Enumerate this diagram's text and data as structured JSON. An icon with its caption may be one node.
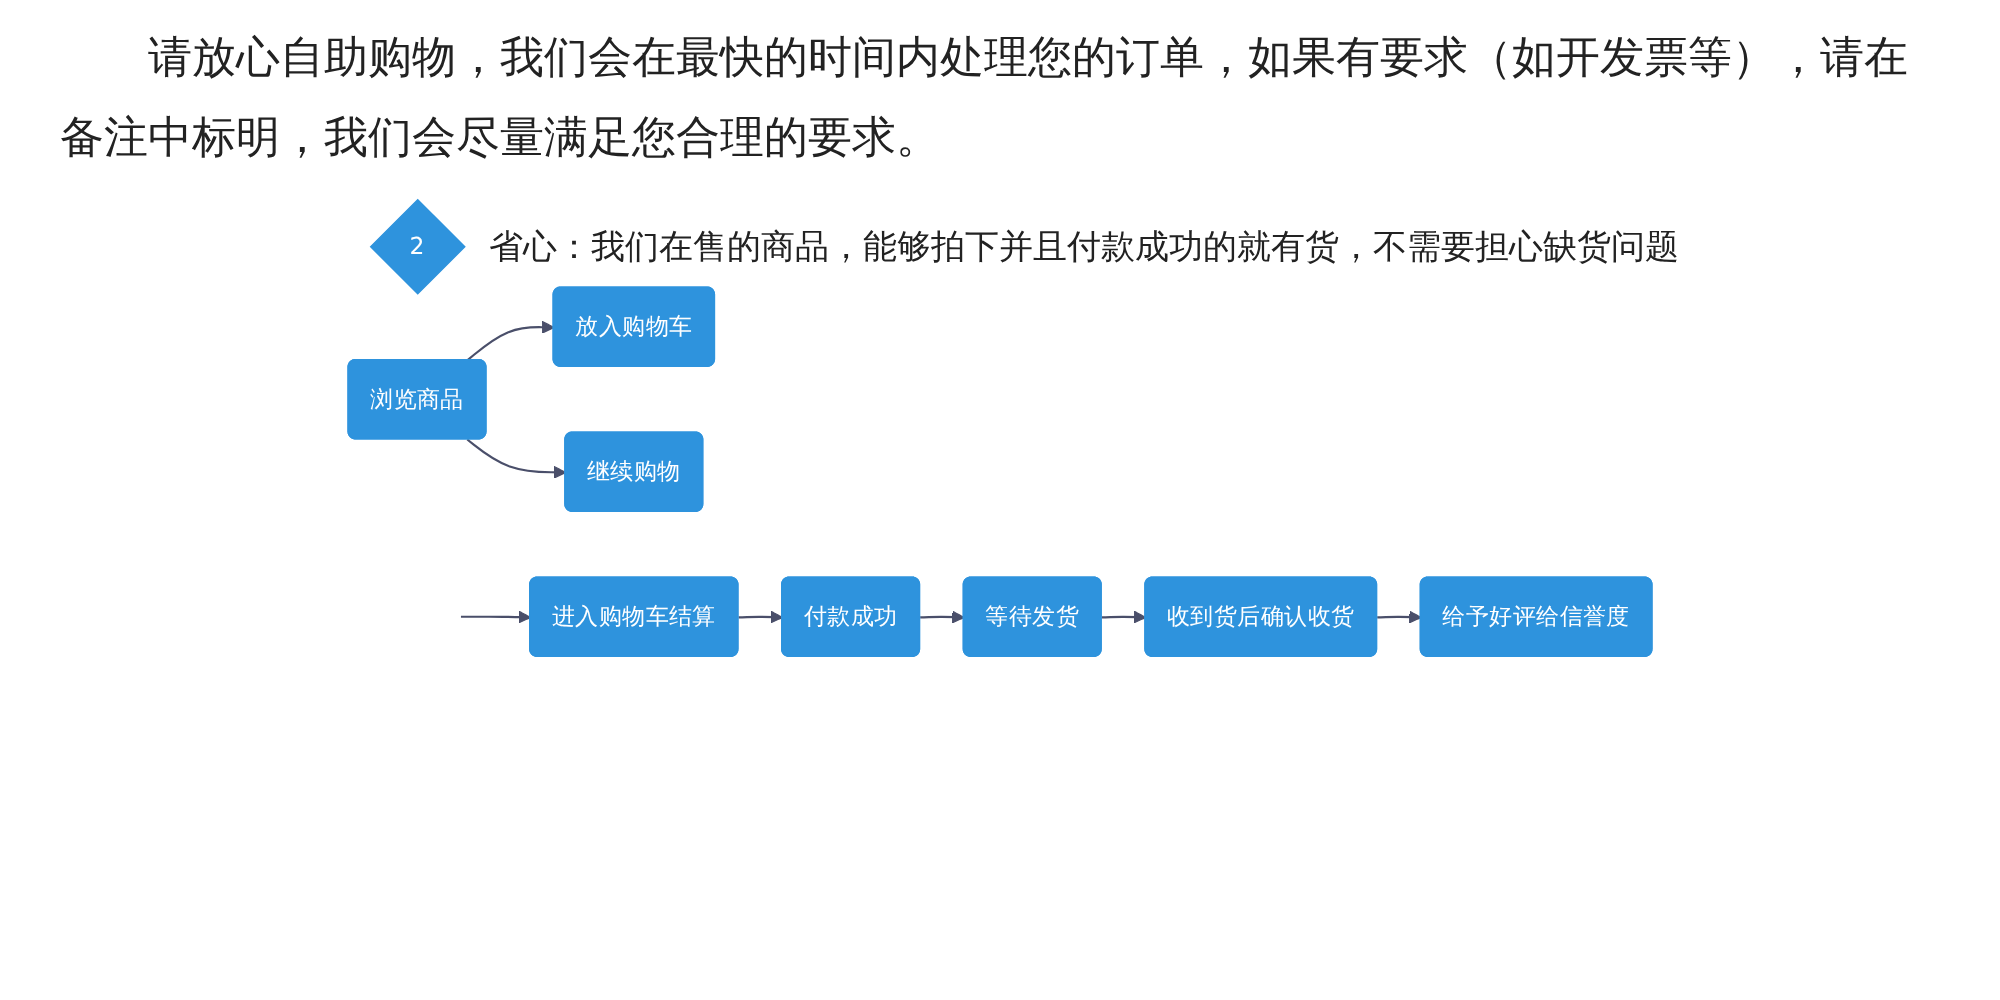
{
  "diagram": {
    "nodes": [
      {
        "text": [
          "2"
        ],
        "beside": [
          "省心：我们在售的商品，能够拍下并且付款成功的就有货，不需要担心缺货问题"
        ]
      },
      {
        "text": [
          "浏览商品"
        ]
      },
      {
        "text": [
          "放入购物车"
        ]
      },
      {
        "text": [
          "继续购物"
        ]
      },
      {
        "text": [
          "进入购物车结算"
        ]
      },
      {
        "text": [
          "付款成功"
        ]
      },
      {
        "text": [
          "等待发货"
        ]
      },
      {
        "text": [
          "收到货后确认收货"
        ]
      },
      {
        "text": [
          "给予好评给信誉度"
        ]
      }
    ],
    "edges": [
      {
        "from": 1,
        "to": 2,
        "arrow": "to"
      },
      {
        "from": 1,
        "to": 3,
        "arrow": "to"
      },
      {
        "from": null,
        "to": 4,
        "arrow": "to"
      },
      {
        "from": 4,
        "to": 5,
        "arrow": "to"
      },
      {
        "from": 5,
        "to": 6,
        "arrow": "to"
      },
      {
        "from": 6,
        "to": 7,
        "arrow": "to"
      },
      {
        "from": 7,
        "to": 8,
        "arrow": "to"
      }
    ],
    "labels": [
      "请放心自助购物，我们会在最快的时间内处理您的订单，如果有要求（如开发票等），请在备注中标明，我们会尽量满足您合理的要求。"
    ]
  }
}
